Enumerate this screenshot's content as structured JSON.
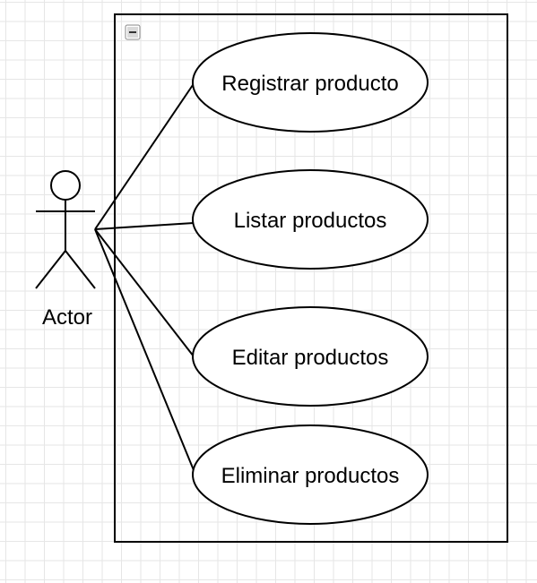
{
  "diagram": {
    "actor": {
      "label": "Actor"
    },
    "use_cases": [
      {
        "label": "Registrar producto"
      },
      {
        "label": "Listar productos"
      },
      {
        "label": "Editar productos"
      },
      {
        "label": "Eliminar productos"
      }
    ],
    "collapse_icon": "minus-square-icon",
    "colors": {
      "stroke": "#000000",
      "grid": "#e6e6e6",
      "background": "#ffffff"
    }
  }
}
